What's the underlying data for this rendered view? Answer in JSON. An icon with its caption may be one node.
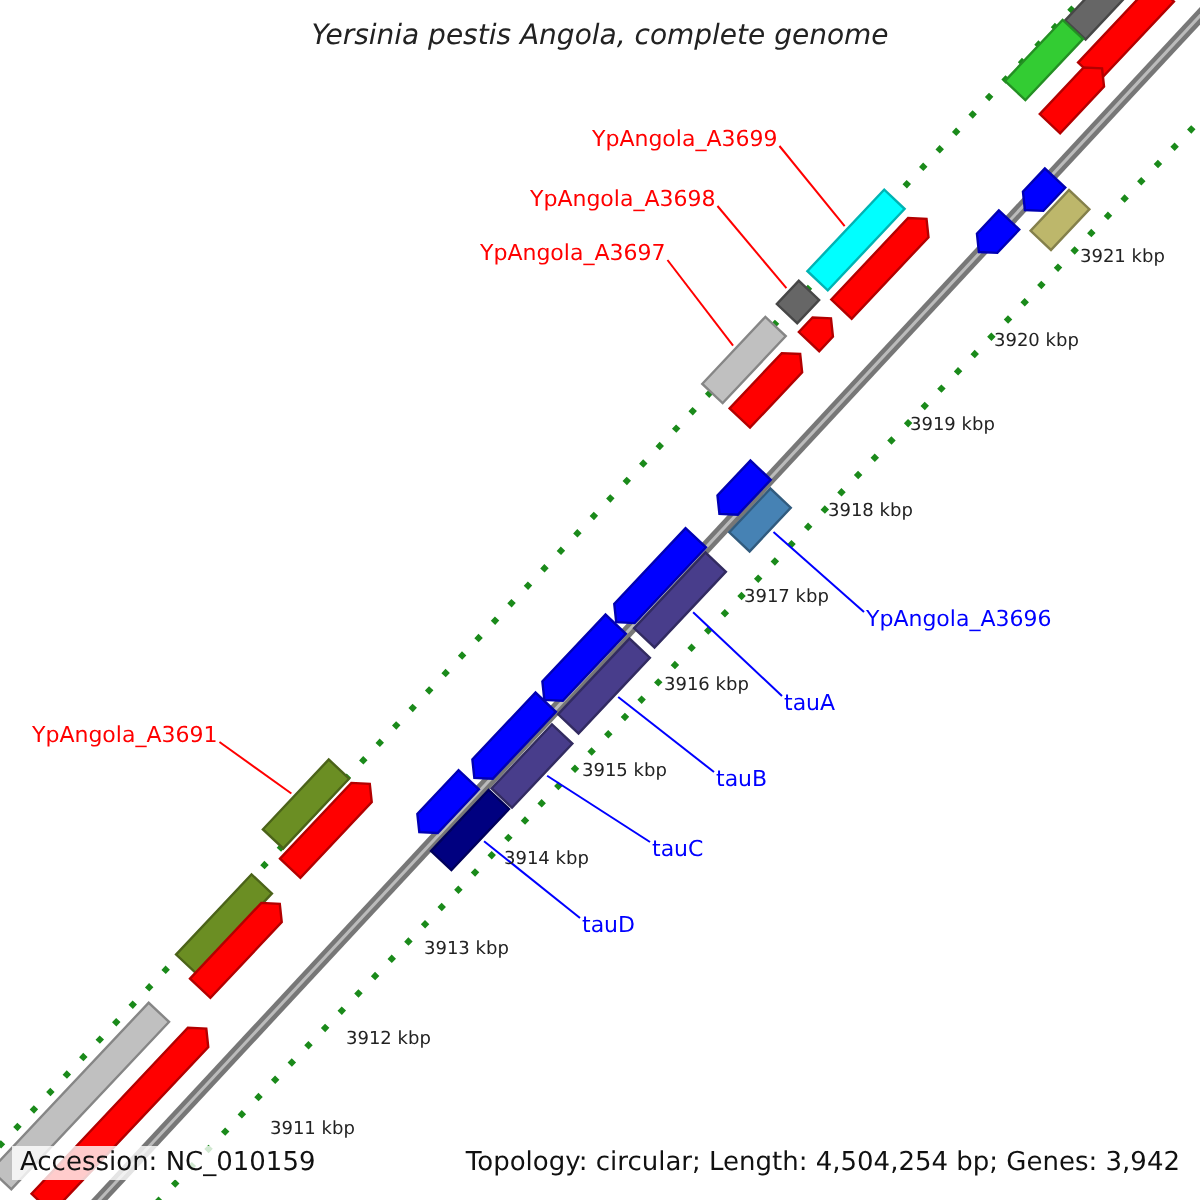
{
  "diagram": {
    "title": "Yersinia pestis Angola, complete genome",
    "nodes": [
      {
        "text": [
          "YpAngola_A3699"
        ]
      },
      {
        "text": [],
        "shape": "bar"
      },
      {
        "text": [
          "YpAngola_A3698"
        ]
      },
      {
        "text": [],
        "shape": "bar"
      },
      {
        "text": [
          "YpAngola_A3697"
        ]
      },
      {
        "text": [],
        "shape": "bar"
      },
      {
        "text": [],
        "shape": "bar"
      },
      {
        "text": [
          "YpAngola_A3696"
        ]
      },
      {
        "text": [],
        "shape": "bar"
      },
      {
        "text": [
          "tauA"
        ]
      },
      {
        "text": [
          "YpAngola_A3691"
        ]
      },
      {
        "text": [],
        "shape": "bar"
      },
      {
        "text": [],
        "shape": "bar"
      },
      {
        "text": [
          "tauB"
        ]
      },
      {
        "text": [],
        "shape": "bar"
      },
      {
        "text": [
          "tauC"
        ]
      },
      {
        "text": [],
        "shape": "bar"
      },
      {
        "text": [
          "tauD"
        ]
      },
      {
        "text": [],
        "shape": "bar"
      },
      {
        "text": [],
        "shape": "bar"
      },
      {
        "text": [],
        "shape": "bar"
      },
      {
        "text": [],
        "shape": "bar"
      },
      {
        "text": [],
        "shape": "bar"
      },
      {
        "text": [],
        "shape": "bar"
      },
      {
        "text": [],
        "shape": "bar"
      },
      {
        "text": [],
        "shape": "bar"
      },
      {
        "text": [],
        "shape": "bar"
      },
      {
        "text": [],
        "shape": "bar"
      },
      {
        "text": [],
        "shape": "bar"
      },
      {
        "text": [],
        "shape": "bar"
      },
      {
        "text": [],
        "shape": "bar"
      },
      {
        "text": [],
        "shape": "bar"
      },
      {
        "text": [],
        "shape": "bar"
      },
      {
        "text": [],
        "shape": "bar"
      },
      {
        "text": [],
        "shape": "bar"
      },
      {
        "text": [],
        "shape": "bar"
      },
      {
        "text": [],
        "shape": "bar"
      },
      {
        "text": [],
        "shape": "bar"
      }
    ],
    "edges": [
      {
        "from": 0,
        "to": 1,
        "arrow": "none",
        "color": "#ff0000"
      },
      {
        "from": 2,
        "to": 3,
        "arrow": "none",
        "color": "#ff0000"
      },
      {
        "from": 4,
        "to": 5,
        "arrow": "none",
        "color": "#ff0000"
      },
      {
        "from": 7,
        "to": 6,
        "arrow": "none"
      },
      {
        "from": 9,
        "to": 8,
        "arrow": "none"
      },
      {
        "from": 10,
        "to": 11,
        "arrow": "none",
        "color": "#ff0000"
      },
      {
        "from": 13,
        "to": 12,
        "arrow": "none"
      },
      {
        "from": 15,
        "to": 14,
        "arrow": "none"
      },
      {
        "from": 17,
        "to": 16,
        "arrow": "none"
      }
    ],
    "labels": [
      "3921 kbp",
      "3920 kbp",
      "3919 kbp",
      "3918 kbp",
      "3917 kbp",
      "3916 kbp",
      "3915 kbp",
      "3914 kbp",
      "3913 kbp",
      "3912 kbp",
      "3911 kbp",
      "Accession: NC_010159",
      "Topology: circular; Length: 4,504,254 bp; Genes: 3,942"
    ]
  }
}
